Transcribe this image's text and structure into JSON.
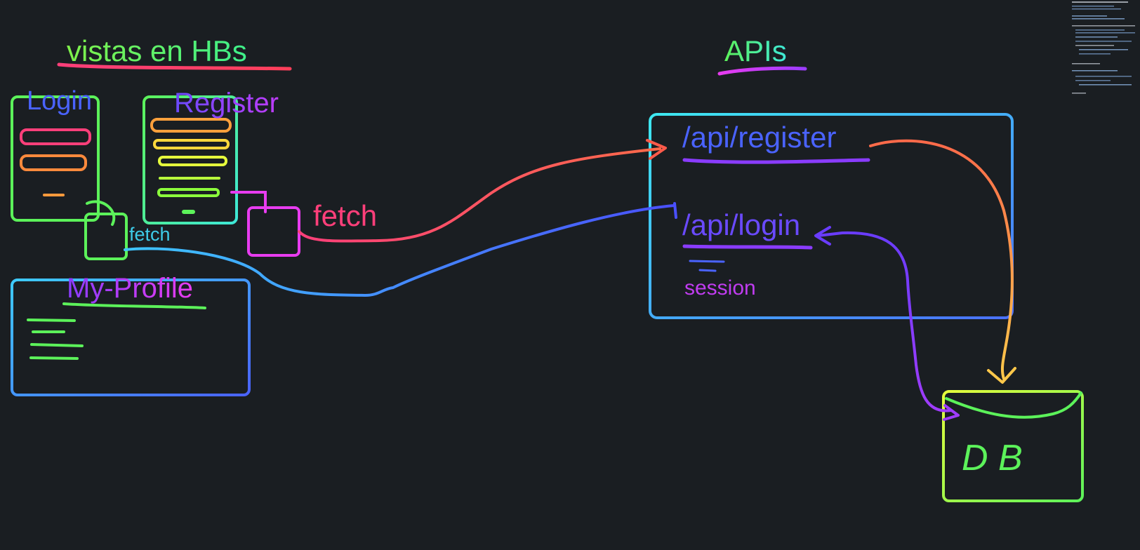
{
  "labels": {
    "views_title": "vistas en HBs",
    "apis_title": "APIs",
    "login": "Login",
    "register": "Register",
    "my_profile": "My-Profile",
    "fetch_main": "fetch",
    "fetch_small": "fetch",
    "api_register": "/api/register",
    "api_login": "/api/login",
    "session": "session",
    "db": "D B"
  },
  "colors": {
    "background": "#1a1e22",
    "green": "#5cf25a",
    "cyan": "#3ee8d8",
    "blue": "#4a63ff",
    "purple": "#9b3cff",
    "magenta": "#e83cf0",
    "pink": "#ff3f7a",
    "orange": "#ff8a3c",
    "yellow": "#e6ff3c"
  }
}
